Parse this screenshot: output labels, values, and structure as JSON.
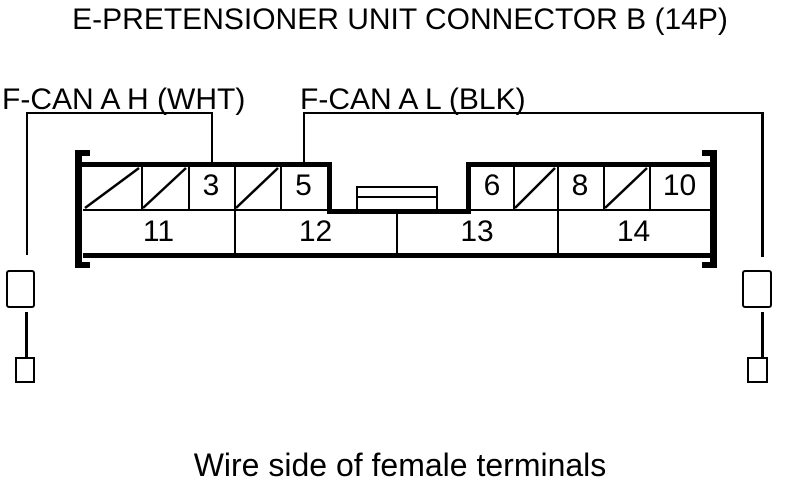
{
  "title": "E-PRETENSIONER UNIT CONNECTOR B (14P)",
  "caption": "Wire side of female terminals",
  "signal_labels": {
    "can_high": {
      "text": "F-CAN A H (WHT)",
      "points_to_pin": "3"
    },
    "can_low": {
      "text": "F-CAN A L (BLK)",
      "points_to_pin": "5"
    }
  },
  "connector": {
    "top_row": [
      {
        "label": "",
        "slashed": true
      },
      {
        "label": "",
        "slashed": true
      },
      {
        "label": "3",
        "slashed": false
      },
      {
        "label": "",
        "slashed": true
      },
      {
        "label": "5",
        "slashed": false
      },
      {
        "label": "6",
        "slashed": false
      },
      {
        "label": "",
        "slashed": true
      },
      {
        "label": "8",
        "slashed": false
      },
      {
        "label": "",
        "slashed": true
      },
      {
        "label": "10",
        "slashed": false
      }
    ],
    "bottom_row": [
      {
        "label": "11"
      },
      {
        "label": "12"
      },
      {
        "label": "13"
      },
      {
        "label": "14"
      }
    ]
  },
  "colors": {
    "line": "#000000",
    "background": "#ffffff"
  }
}
